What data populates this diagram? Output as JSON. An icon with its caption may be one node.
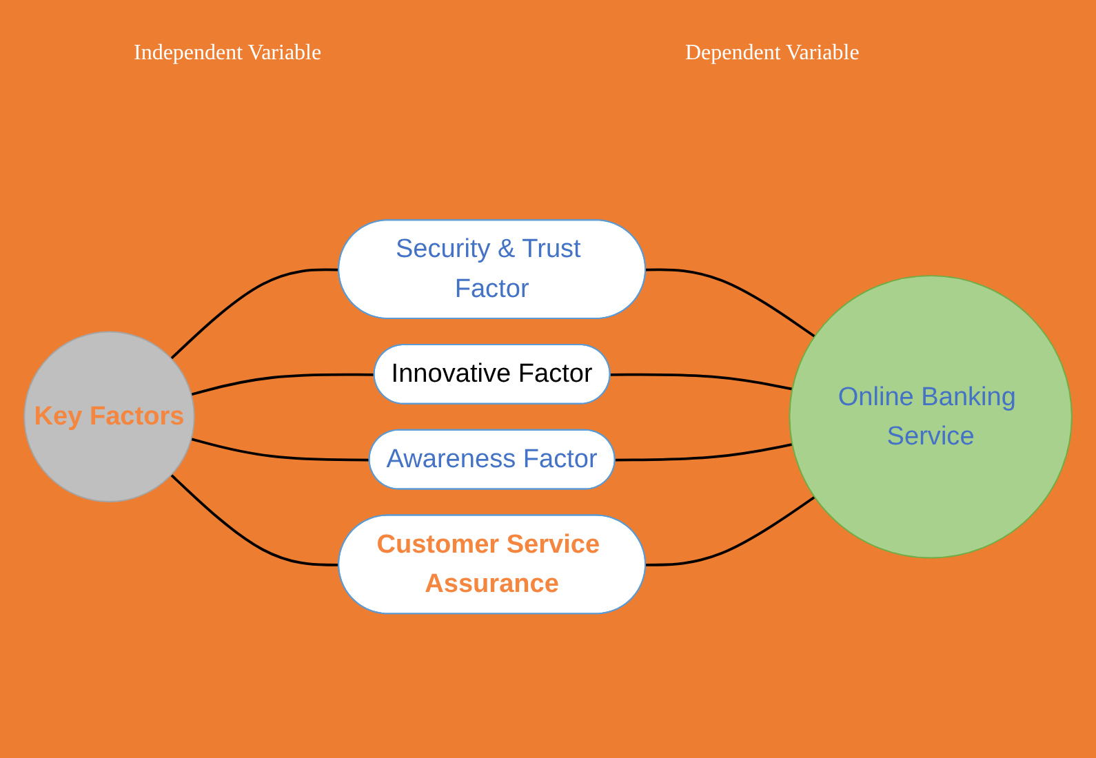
{
  "diagram": {
    "nodes": [
      {
        "text": [
          "Key Factors"
        ]
      },
      {
        "text": [
          "Security & Trust Factor"
        ]
      },
      {
        "text": [
          "Innovative Factor"
        ]
      },
      {
        "text": [
          "Awareness Factor"
        ]
      },
      {
        "text": [
          "Customer Service Assurance"
        ]
      },
      {
        "text": [
          "Online Banking Service"
        ]
      }
    ],
    "edges": [
      {
        "from": 0,
        "to": 1,
        "arrow": "none"
      },
      {
        "from": 0,
        "to": 2,
        "arrow": "none"
      },
      {
        "from": 0,
        "to": 3,
        "arrow": "none"
      },
      {
        "from": 0,
        "to": 4,
        "arrow": "none"
      },
      {
        "from": 1,
        "to": 5,
        "arrow": "none"
      },
      {
        "from": 2,
        "to": 5,
        "arrow": "none"
      },
      {
        "from": 3,
        "to": 5,
        "arrow": "none"
      },
      {
        "from": 4,
        "to": 5,
        "arrow": "none"
      }
    ],
    "labels": [
      "Independent Variable",
      "Dependent Variable"
    ]
  }
}
